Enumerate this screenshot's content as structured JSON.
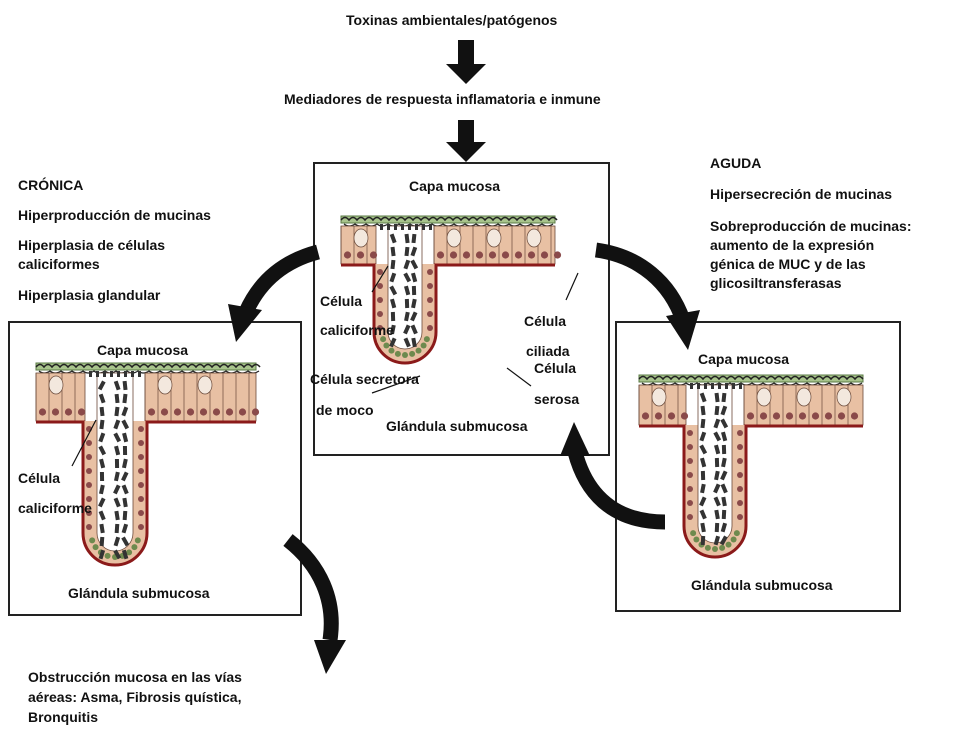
{
  "flow": {
    "top_cause": "Toxinas ambientales/patógenos",
    "mediators": "Mediadores de respuesta inflamatoria e inmune"
  },
  "chronic": {
    "heading": "CRÓNICA",
    "item1": "Hiperproducción de mucinas",
    "item2_line1": "Hiperplasia de células",
    "item2_line2": "caliciformes",
    "item3": "Hiperplasia glandular"
  },
  "acute": {
    "heading": "AGUDA",
    "item1": "Hipersecreción de mucinas",
    "item2_line1": "Sobreproducción de mucinas:",
    "item2_line2": "aumento de la expresión",
    "item2_line3": "génica de MUC y de las",
    "item2_line4": "glicosiltransferasas"
  },
  "center_panel": {
    "mucus_label": "Capa mucosa",
    "goblet_line1": "Célula",
    "goblet_line2": "caliciforme",
    "ciliated_line1": "Célula",
    "ciliated_line2": "ciliada",
    "secretory_line1": "Célula secretora",
    "secretory_line2": "de moco",
    "serous_line1": "Célula",
    "serous_line2": "serosa",
    "gland_label": "Glándula submucosa"
  },
  "left_panel": {
    "mucus_label": "Capa mucosa",
    "goblet_line1": "Célula",
    "goblet_line2": "caliciforme",
    "gland_label": "Glándula submucosa"
  },
  "right_panel": {
    "mucus_label": "Capa mucosa",
    "gland_label": "Glándula submucosa"
  },
  "outcome": {
    "line1": "Obstrucción mucosa en las vías",
    "line2": "aéreas: Asma, Fibrosis quística,",
    "line3": "Bronquitis"
  },
  "colors": {
    "epithelium": "#e8c0a3",
    "nucleus": "#8a4a4a",
    "basement": "#8b1a1a",
    "mucus_layer": "#a8c48c",
    "mucus_strands": "#222222",
    "serous_cells": "#6e8a4e",
    "arrow": "#111111"
  }
}
